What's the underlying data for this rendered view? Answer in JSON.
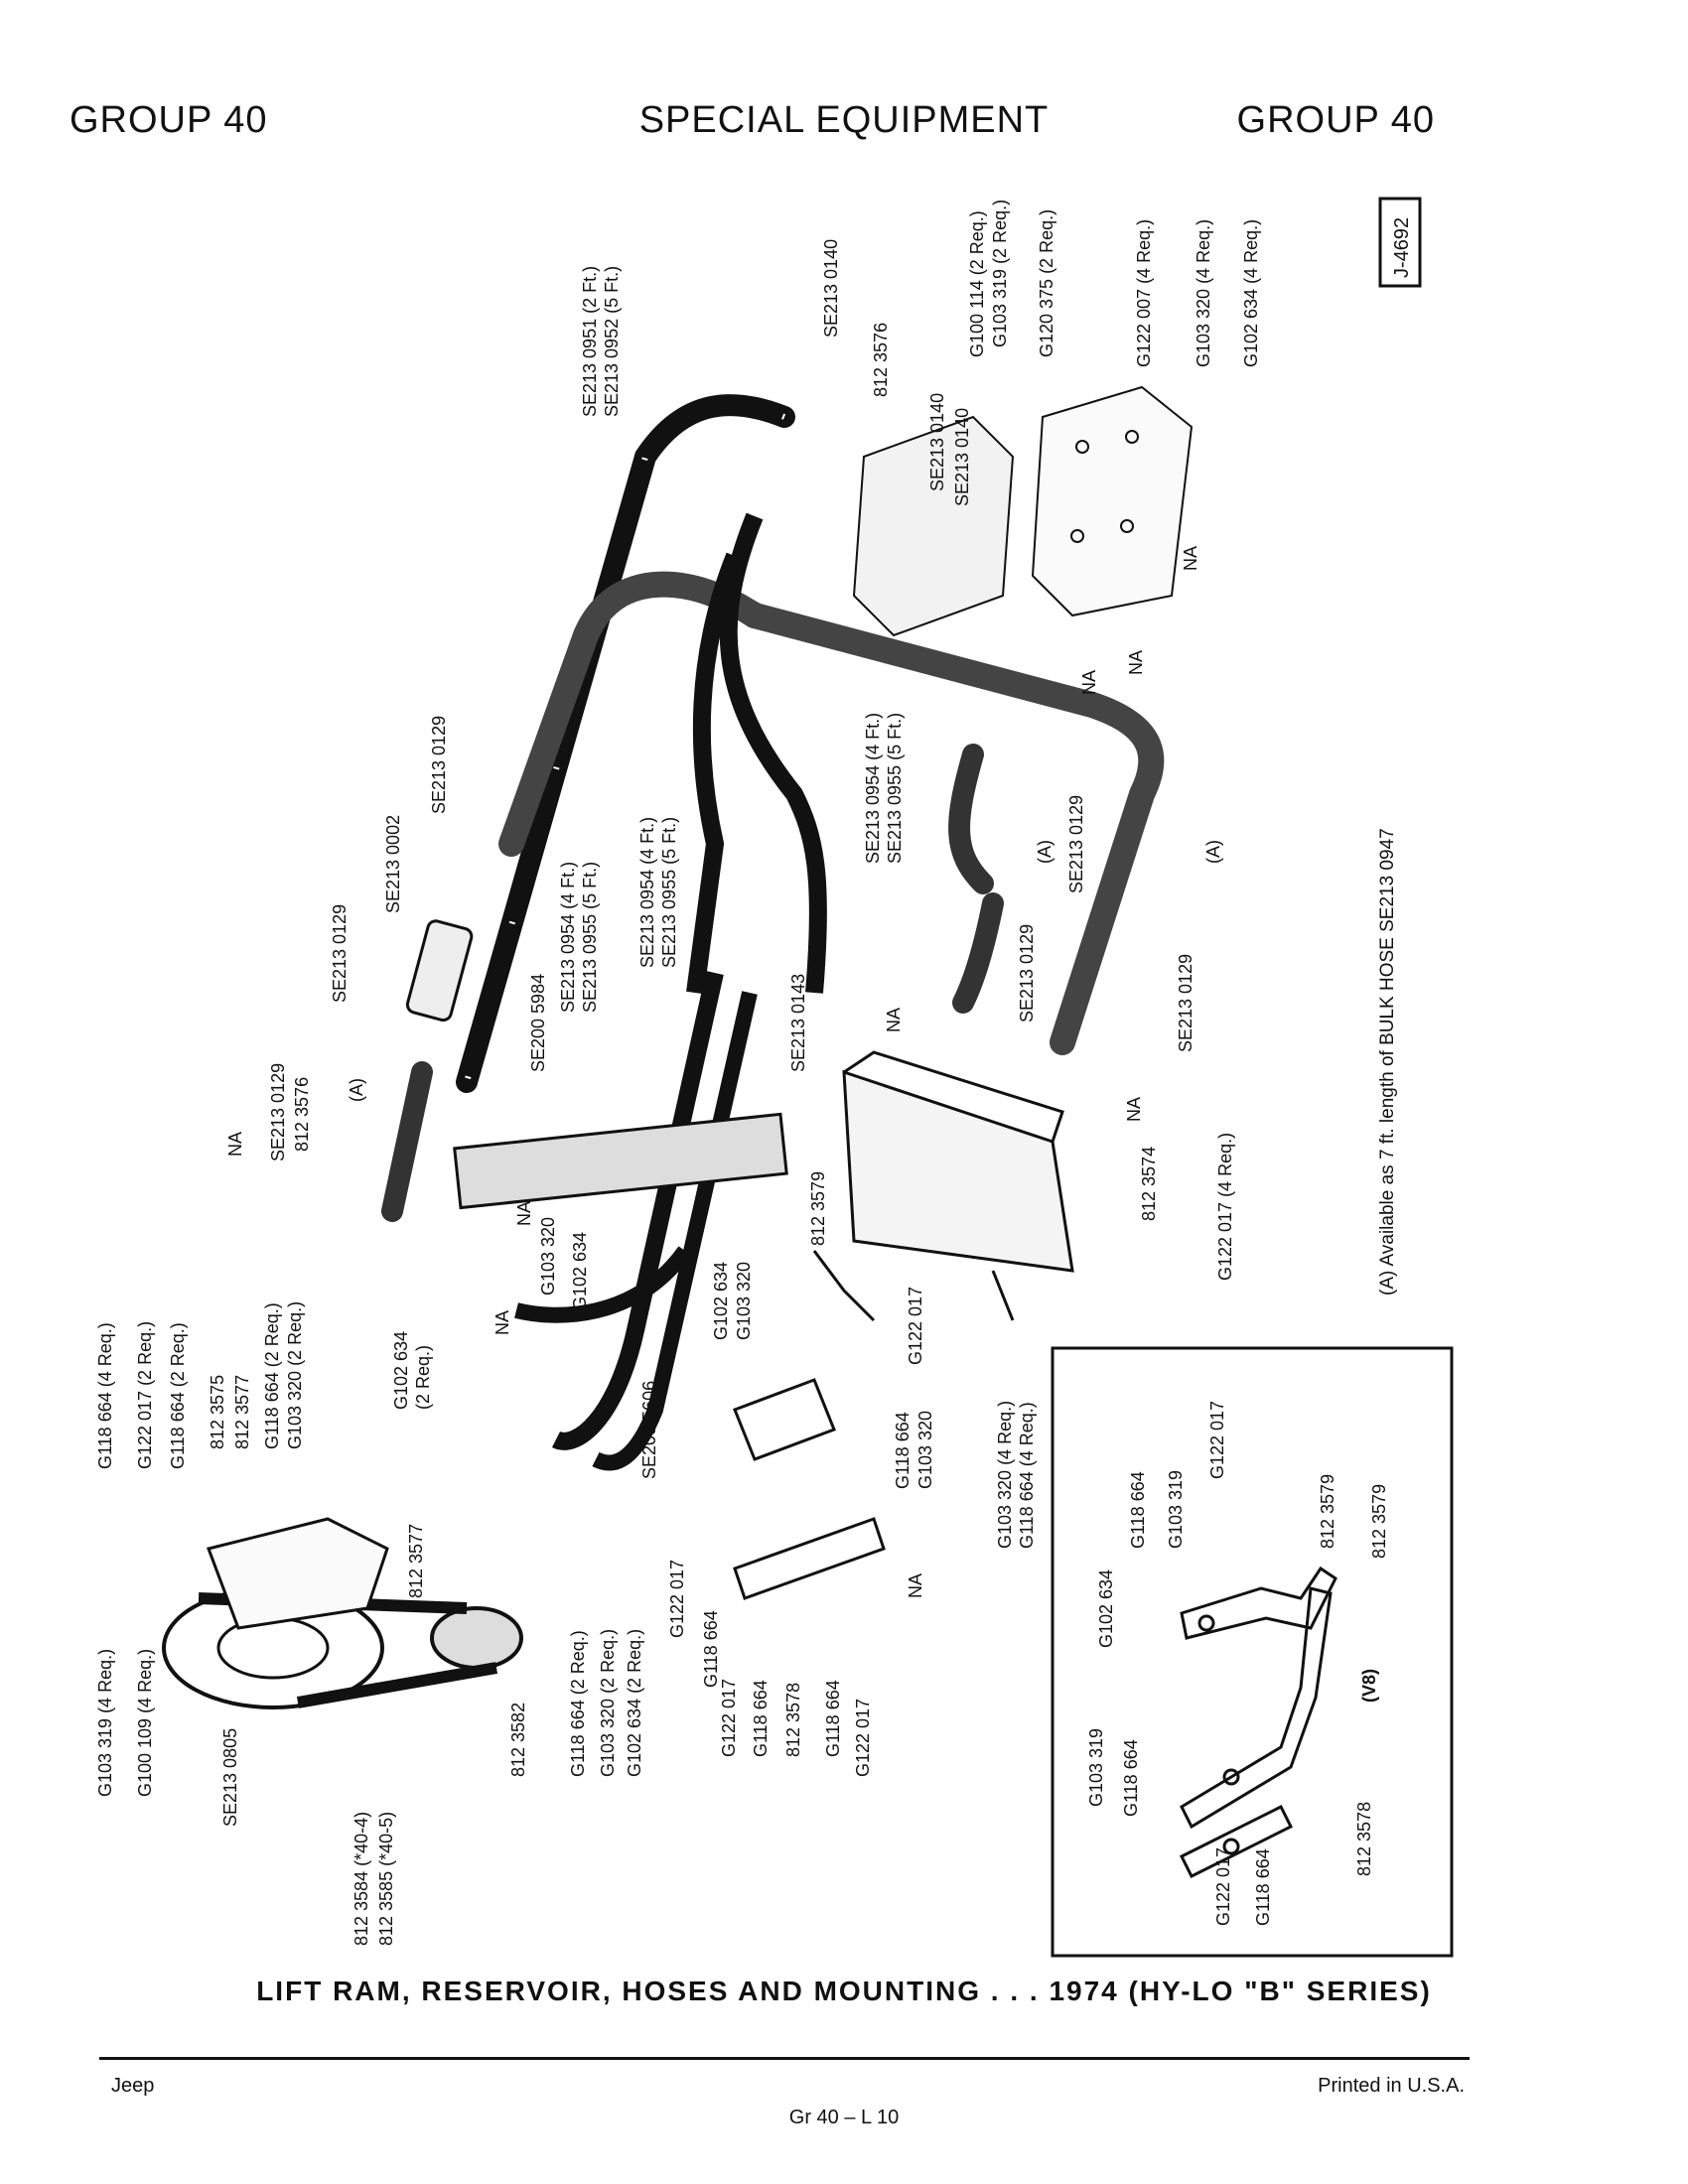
{
  "header": {
    "left": "GROUP 40",
    "center": "SPECIAL EQUIPMENT",
    "right": "GROUP 40"
  },
  "figure_id": "J-4692",
  "note": "(A)  Available as 7 ft. length of BULK HOSE  SE213 0947",
  "callouts": {
    "c1": "SE213 0951 (2 Ft.)",
    "c2": "SE213 0952 (5 Ft.)",
    "c3": "SE213 0140",
    "c4": "812 3576",
    "c5": "SE213 0140",
    "c6": "SE213 0140",
    "c7": "G100 114 (2 Req.)",
    "c8": "G103 319 (2 Req.)",
    "c9": "G120 375 (2 Req.)",
    "c10": "G122 007 (4 Req.)",
    "c11": "G103 320 (4 Req.)",
    "c12": "G102 634 (4 Req.)",
    "c13": "NA",
    "c14": "NA",
    "c15": "NA",
    "c16": "SE213 0129",
    "c17": "SE213 0002",
    "c18": "SE213 0129",
    "c19": "SE213 0954 (4 Ft.)",
    "c20": "SE213 0955 (5 Ft.)",
    "c21": "SE213 0954 (4 Ft.)",
    "c22": "SE213 0955 (5 Ft.)",
    "c23": "SE213 0954 (4 Ft.)",
    "c24": "SE213 0955 (5 Ft.)",
    "c25": "(A)",
    "c26": "SE213 0129",
    "c27": "(A)",
    "c28": "SE213 0129",
    "c29": "SE213 0129",
    "c30": "SE200 5984",
    "c31": "SE213 0143",
    "c32": "NA",
    "c33": "NA",
    "c34": "(A)",
    "c35": "SE213 0129",
    "c36": "812 3576",
    "c37": "NA",
    "c38": "812 3579",
    "c39": "812 3574",
    "c40": "G122 017 (4 Req.)",
    "c41": "NA",
    "c42": "G103 320",
    "c43": "G102 634",
    "c44": "NA",
    "c45": "G102 634",
    "c46": "G103 320",
    "c47": "G122 017",
    "c48": "G118 664 (4 Req.)",
    "c49": "G122 017 (2 Req.)",
    "c50": "G118 664 (2 Req.)",
    "c51": "812 3575",
    "c52": "812 3577",
    "c53": "G118 664 (2 Req.)",
    "c54": "G103 320 (2 Req.)",
    "c55": "G102 634",
    "c56": "(2 Req.)",
    "c57": "SE200 5606",
    "c58": "G118 664",
    "c59": "G103 320",
    "c60": "G103 320 (4 Req.)",
    "c61": "G118 664 (4 Req.)",
    "c62": "812 3577",
    "c63": "NA",
    "c64": "G103 319 (4 Req.)",
    "c65": "G100 109 (4 Req.)",
    "c66": "SE213 0805",
    "c67": "812 3582",
    "c68": "G118 664 (2 Req.)",
    "c69": "G103 320 (2 Req.)",
    "c70": "G102 634 (2 Req.)",
    "c71": "G122 017",
    "c72": "G118 664",
    "c73": "G122 017",
    "c74": "G118 664",
    "c75": "812 3578",
    "c76": "G118 664",
    "c77": "G122 017",
    "c78": "812 3584 (*40-4)",
    "c79": "812 3585 (*40-5)",
    "inset_v8": "(V8)",
    "i1": "G118 664",
    "i2": "G103 319",
    "i3": "G122 017",
    "i4": "812 3579",
    "i5": "812 3579",
    "i6": "G102 634",
    "i7": "G103 319",
    "i8": "G118 664",
    "i9": "812 3578",
    "i10": "G122 017",
    "i11": "G118 664"
  },
  "caption": "LIFT RAM, RESERVOIR, HOSES AND MOUNTING . . . 1974 (HY-LO \"B\" SERIES)",
  "footer": {
    "left": "Jeep",
    "center": "Gr  40  –  L  10",
    "right": "Printed  in U.S.A."
  }
}
